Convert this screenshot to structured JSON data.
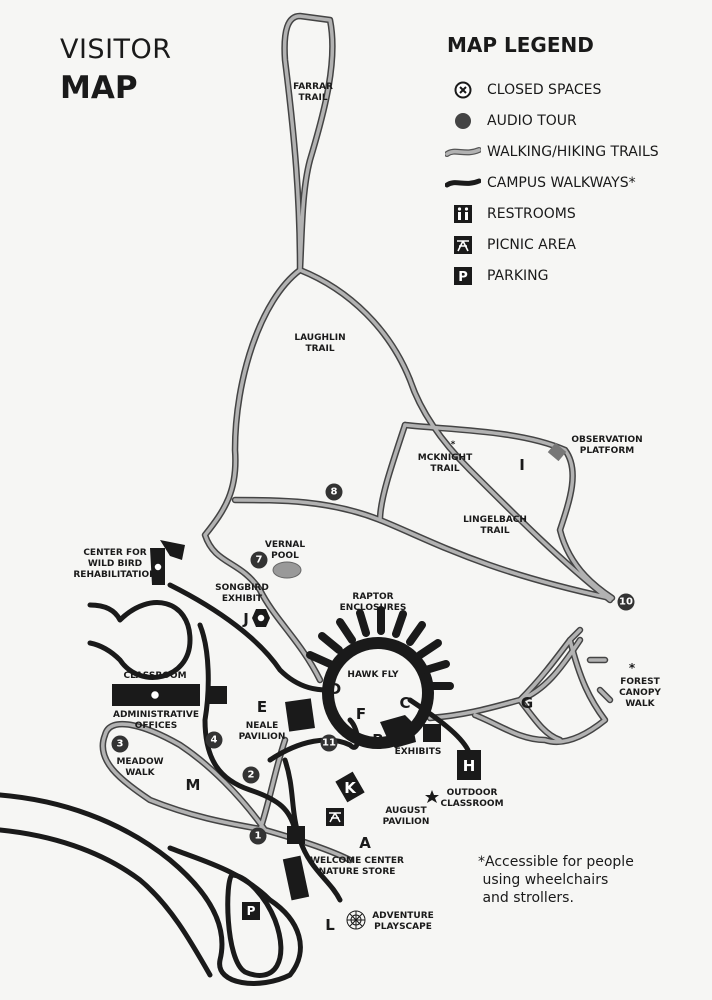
{
  "title": {
    "line1": "VISITOR",
    "line2": "MAP"
  },
  "legend": {
    "title": "MAP LEGEND",
    "items": [
      {
        "icon": "closed-circle-x-icon",
        "label": "CLOSED SPACES"
      },
      {
        "icon": "audio-dot-icon",
        "label": "AUDIO TOUR"
      },
      {
        "icon": "gray-trail-icon",
        "label": "WALKING/HIKING TRAILS"
      },
      {
        "icon": "black-walkway-icon",
        "label": "CAMPUS WALKWAYS*"
      },
      {
        "icon": "restroom-icon",
        "label": "RESTROOMS"
      },
      {
        "icon": "picnic-table-icon",
        "label": "PICNIC AREA"
      },
      {
        "icon": "parking-icon",
        "label": "PARKING"
      }
    ]
  },
  "places": {
    "farrar": "FARRAR\nTRAIL",
    "laughlin": "LAUGHLIN\nTRAIL",
    "mcknight_star": "*",
    "mcknight": "MCKNIGHT\nTRAIL",
    "lingelbach": "LINGELBACH\nTRAIL",
    "observation": "OBSERVATION\nPLATFORM",
    "wildbird": "CENTER FOR\nWILD BIRD\nREHABILITATION",
    "vernal": "VERNAL\nPOOL",
    "songbird": "SONGBIRD\nEXHIBIT",
    "raptor": "RAPTOR\nENCLOSURES",
    "hawkfly": "HAWK FLY",
    "classroom": "CLASSROOM",
    "admin": "ADMINISTRATIVE\nOFFICES",
    "neale": "NEALE\nPAVILION",
    "exhibits": "EXHIBITS",
    "meadow": "MEADOW\nWALK",
    "outdoor": "OUTDOOR\nCLASSROOM",
    "august": "AUGUST\nPAVILION",
    "welcome": "WELCOME CENTER\nNATURE STORE",
    "adventure": "ADVENTURE\nPLAYSCAPE",
    "forest_star": "*",
    "forest": "FOREST\nCANOPY\nWALK"
  },
  "letters": {
    "A": "A",
    "B": "B",
    "C": "C",
    "D": "D",
    "E": "E",
    "F": "F",
    "G": "G",
    "H": "H",
    "I": "I",
    "J": "J",
    "K": "K",
    "L": "L",
    "M": "M",
    "P": "P"
  },
  "audio_stops": [
    "1",
    "2",
    "3",
    "4",
    "7",
    "8",
    "10",
    "11"
  ],
  "note": "*Accessible for people\n using wheelchairs\n and strollers."
}
